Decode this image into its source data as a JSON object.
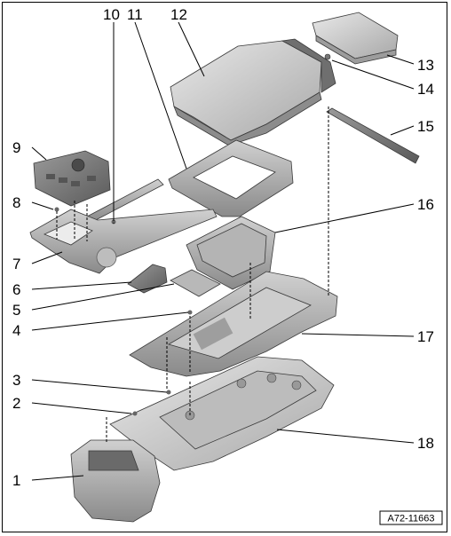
{
  "diagram": {
    "reference": "A72-11663",
    "callouts": [
      {
        "id": "1",
        "label": "1"
      },
      {
        "id": "2",
        "label": "2"
      },
      {
        "id": "3",
        "label": "3"
      },
      {
        "id": "4",
        "label": "4"
      },
      {
        "id": "5",
        "label": "5"
      },
      {
        "id": "6",
        "label": "6"
      },
      {
        "id": "7",
        "label": "7"
      },
      {
        "id": "8",
        "label": "8"
      },
      {
        "id": "9",
        "label": "9"
      },
      {
        "id": "10",
        "label": "10"
      },
      {
        "id": "11",
        "label": "11"
      },
      {
        "id": "12",
        "label": "12"
      },
      {
        "id": "13",
        "label": "13"
      },
      {
        "id": "14",
        "label": "14"
      },
      {
        "id": "15",
        "label": "15"
      },
      {
        "id": "16",
        "label": "16"
      },
      {
        "id": "17",
        "label": "17"
      },
      {
        "id": "18",
        "label": "18"
      }
    ]
  }
}
